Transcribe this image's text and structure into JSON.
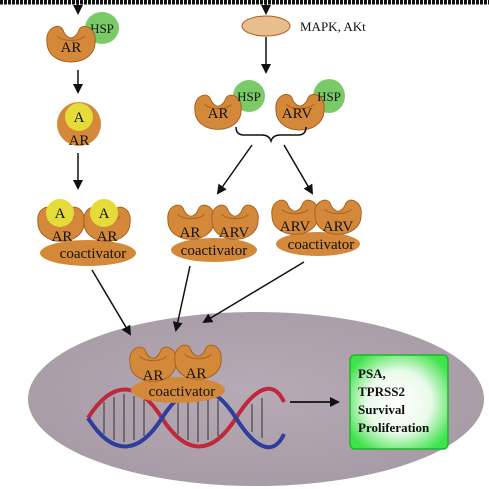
{
  "colors": {
    "receptor_body": "#D4893A",
    "receptor_dark": "#A85F1E",
    "hsp": "#7ACB68",
    "androgen": "#E5DC3A",
    "nucleus": "#A69AA5",
    "output_box": "#3FE34A",
    "dna_red": "#C0283A",
    "dna_blue": "#2F3E9E",
    "membrane": "#111111"
  },
  "labels": {
    "hsp": "HSP",
    "ar": "AR",
    "arv": "ARV",
    "androgen": "A",
    "coactivator": "coactivator",
    "kinase": "MAPK, AKt"
  },
  "output_box": {
    "lines": [
      "PSA,",
      "TPRSS2",
      "Survival",
      "Proliferation"
    ]
  }
}
